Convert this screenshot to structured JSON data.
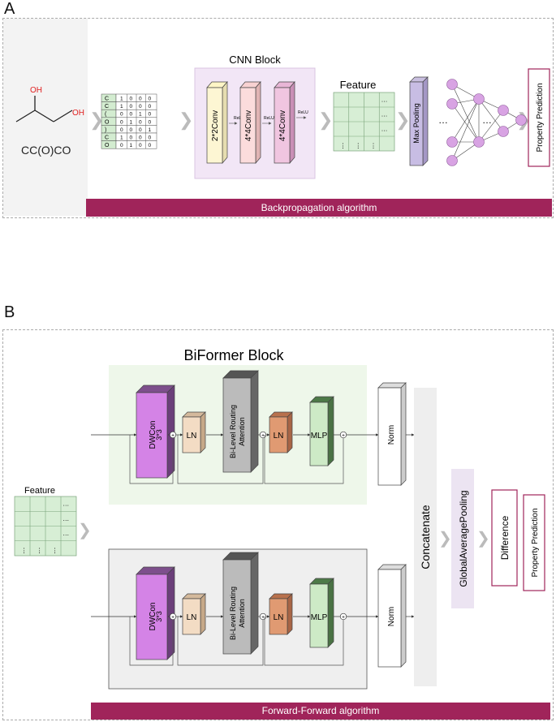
{
  "panel_a": {
    "letter": "A",
    "molecule": {
      "oh_top": "OH",
      "oh_right": "OH",
      "smiles": "CC(O)CO"
    },
    "matrix": {
      "chars": [
        "C",
        "C",
        "(",
        "O",
        ")",
        "C",
        "O"
      ],
      "rows": [
        [
          "1",
          "0",
          "0",
          "0"
        ],
        [
          "1",
          "0",
          "0",
          "0"
        ],
        [
          "0",
          "0",
          "1",
          "0"
        ],
        [
          "0",
          "1",
          "0",
          "0"
        ],
        [
          "0",
          "0",
          "0",
          "1"
        ],
        [
          "1",
          "0",
          "0",
          "0"
        ],
        [
          "0",
          "1",
          "0",
          "0"
        ]
      ]
    },
    "cnn_block": {
      "title": "CNN Block",
      "layers": [
        "2*2Conv",
        "4*4Conv",
        "4*4Conv"
      ],
      "activations": [
        "ReLU",
        "ReLU",
        "ReLU"
      ]
    },
    "feature": {
      "title": "Feature",
      "dots": "…",
      "vdots": "⋮"
    },
    "max_pooling": "Max Pooling",
    "nn_ellipsis": "…",
    "property_prediction": "Property Prediction",
    "banner": "Backpropagation algorithm"
  },
  "panel_b": {
    "letter": "B",
    "biformer_title": "BiFormer Block",
    "feature": {
      "title": "Feature",
      "dots": "…",
      "vdots": "⋮"
    },
    "block": {
      "dwconv": "DWCon",
      "dwconv_size": "3*3",
      "ln": "LN",
      "attention_line1": "Bi-Level Routing",
      "attention_line2": "Attention",
      "mlp": "MLP",
      "norm": "Norm",
      "plus": "+"
    },
    "concatenate": "Concatenate",
    "global_pooling": "GlobalAveragePooling",
    "difference": "Difference",
    "property_prediction": "Property Prediction",
    "banner": "Forward-Forward algorithm"
  },
  "colors": {
    "banner": "#a0245a",
    "cnn_bg": "#f2e6f6",
    "biformer_top_bg": "#eef7ea",
    "biformer_bottom_bg": "#efefef",
    "dwconv": "#d483e6",
    "ln": "#f3dcc4",
    "attention": "#bbbbbb",
    "ln2": "#e09a72",
    "mlp": "#cdeac6",
    "feature_grid": "#d7eed5",
    "neuron": "#d8a3e3",
    "property_box": "#a0245a"
  }
}
